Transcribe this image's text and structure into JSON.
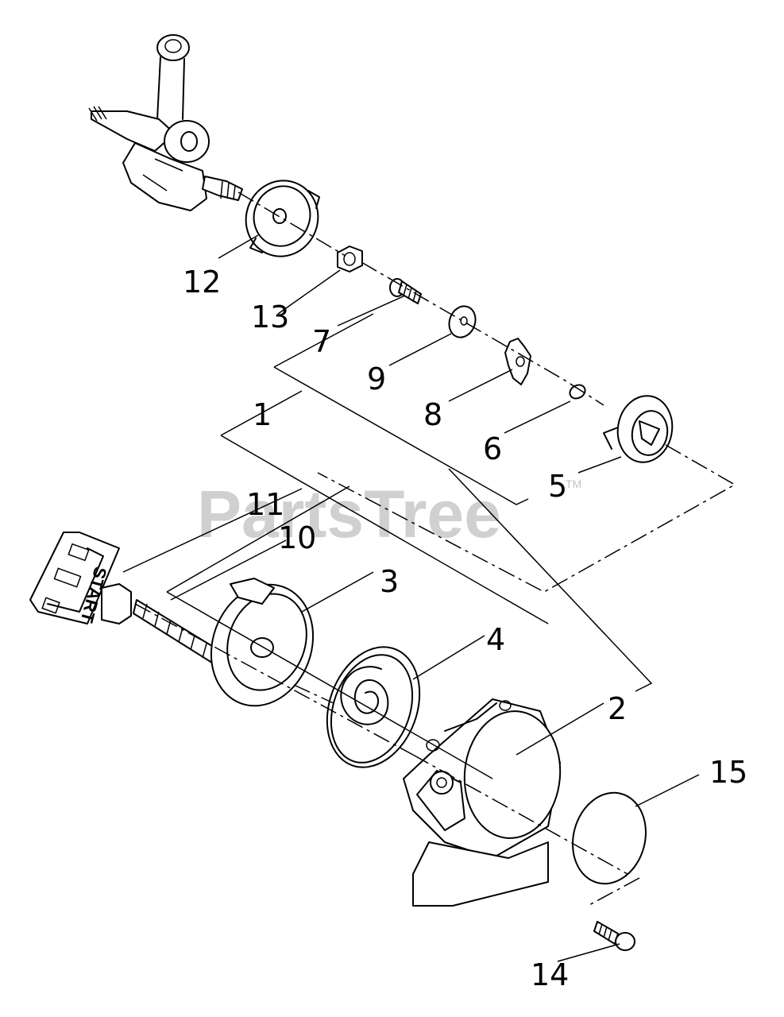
{
  "watermark": {
    "text": "PartsTree",
    "trademark": "TM"
  },
  "handle_text": "START",
  "callouts": {
    "c1": "1",
    "c2": "2",
    "c3": "3",
    "c4": "4",
    "c5": "5",
    "c6": "6",
    "c7": "7",
    "c8": "8",
    "c9": "9",
    "c10": "10",
    "c11": "11",
    "c12": "12",
    "c13": "13",
    "c14": "14",
    "c15": "15"
  }
}
